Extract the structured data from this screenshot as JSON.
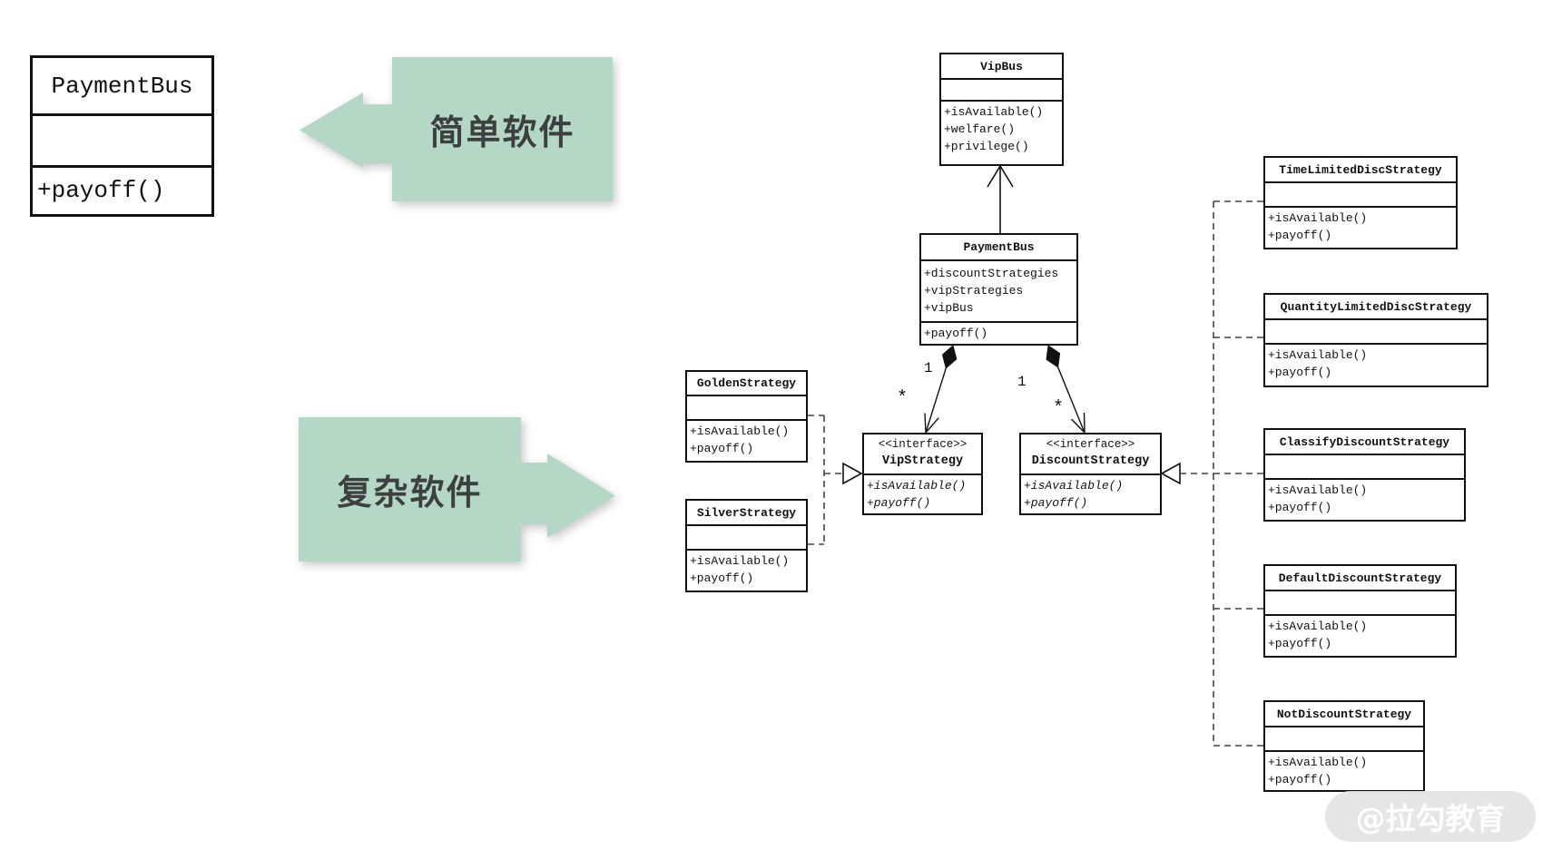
{
  "banners": {
    "simple_label": "简单软件",
    "complex_label": "复杂软件",
    "accent_color": "#b5d8c6",
    "label_color": "#3d4040"
  },
  "simple_class": {
    "name": "PaymentBus",
    "methods": [
      "+payoff()"
    ]
  },
  "uml": {
    "vipbus": {
      "name": "VipBus",
      "methods": [
        "+isAvailable()",
        "+welfare()",
        "+privilege()"
      ]
    },
    "paymentbus": {
      "name": "PaymentBus",
      "attributes": [
        "+discountStrategies",
        "+vipStrategies",
        "+vipBus"
      ],
      "methods": [
        "+payoff()"
      ]
    },
    "vip_interface": {
      "stereotype": "<<interface>>",
      "name": "VipStrategy",
      "methods": [
        "+isAvailable()",
        "+payoff()"
      ]
    },
    "discount_interface": {
      "stereotype": "<<interface>>",
      "name": "DiscountStrategy",
      "methods": [
        "+isAvailable()",
        "+payoff()"
      ]
    },
    "golden": {
      "name": "GoldenStrategy",
      "methods": [
        "+isAvailable()",
        "+payoff()"
      ]
    },
    "silver": {
      "name": "SilverStrategy",
      "methods": [
        "+isAvailable()",
        "+payoff()"
      ]
    },
    "time_limited": {
      "name": "TimeLimitedDiscStrategy",
      "methods": [
        "+isAvailable()",
        "+payoff()"
      ]
    },
    "quantity_limited": {
      "name": "QuantityLimitedDiscStrategy",
      "methods": [
        "+isAvailable()",
        "+payoff()"
      ]
    },
    "classify": {
      "name": "ClassifyDiscountStrategy",
      "methods": [
        "+isAvailable()",
        "+payoff()"
      ]
    },
    "default_discount": {
      "name": "DefaultDiscountStrategy",
      "methods": [
        "+isAvailable()",
        "+payoff()"
      ]
    },
    "not_discount": {
      "name": "NotDiscountStrategy",
      "methods": [
        "+isAvailable()",
        "+payoff()"
      ]
    },
    "multiplicities": {
      "vip_one": "1",
      "vip_many": "*",
      "discount_one": "1",
      "discount_many": "*"
    }
  },
  "watermark": {
    "text": "@拉勾教育"
  }
}
